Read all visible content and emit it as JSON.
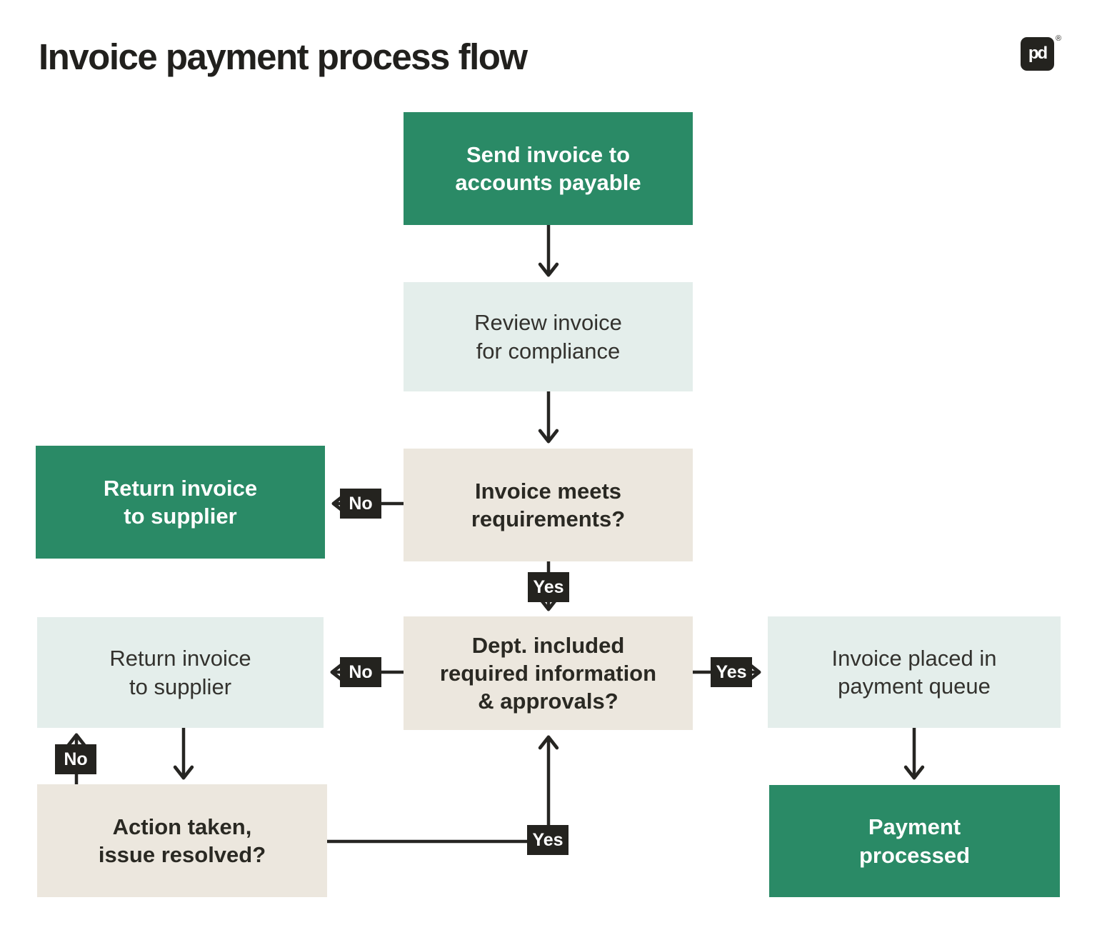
{
  "title": "Invoice payment process flow",
  "logo": {
    "mark": "pd",
    "registered": "®"
  },
  "colors": {
    "node_green": "#2A8A66",
    "node_mint": "#E4EEEB",
    "node_beige": "#ECE7DE",
    "label_bg": "#24231F",
    "connector_line": "#262522",
    "title_text": "#21201D",
    "white_text": "#FFFFFF"
  },
  "labels": {
    "yes": "Yes",
    "no": "No"
  },
  "nodes": {
    "send": {
      "text": "Send invoice to\naccounts payable"
    },
    "review": {
      "text": "Review invoice\nfor compliance"
    },
    "meets": {
      "text": "Invoice meets\nrequirements?"
    },
    "return_green": {
      "text": "Return invoice\nto supplier"
    },
    "dept": {
      "text": "Dept. included\nrequired information\n& approvals?"
    },
    "return_light": {
      "text": "Return invoice\nto supplier"
    },
    "queue": {
      "text": "Invoice placed in\npayment queue"
    },
    "action": {
      "text": "Action taken,\nissue resolved?"
    },
    "payment": {
      "text": "Payment\nprocessed"
    }
  }
}
